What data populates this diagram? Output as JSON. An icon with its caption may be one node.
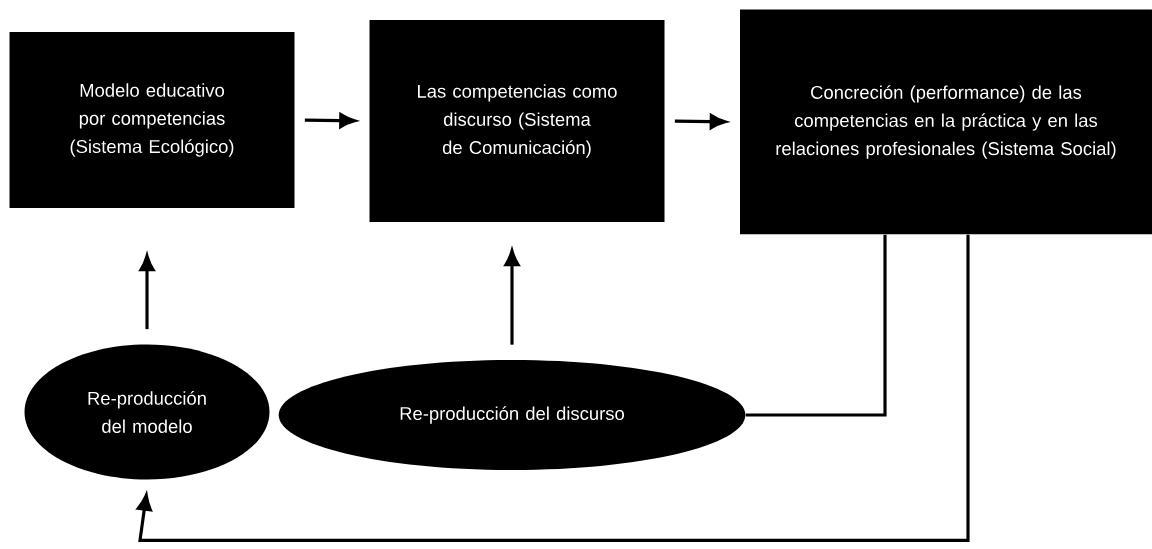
{
  "diagram": {
    "nodes": [
      {
        "text": [
          "Modelo educativo por competencias (Sistema Ecológico)"
        ]
      },
      {
        "text": [
          "Las competencias como discurso (Sistema de Comunicación)"
        ]
      },
      {
        "text": [
          "Concreción (performance) de las competencias en la práctica y en las relaciones profesionales (Sistema Social)"
        ]
      },
      {
        "text": [
          "Re-producción del modelo"
        ]
      },
      {
        "text": [
          "Re-producción del discurso"
        ]
      }
    ],
    "edges": [
      {
        "from": 0,
        "to": 1,
        "arrow": "to"
      },
      {
        "from": 1,
        "to": 2,
        "arrow": "to"
      },
      {
        "from": 3,
        "to": 0,
        "arrow": "to"
      },
      {
        "from": 4,
        "to": 1,
        "arrow": "to"
      },
      {
        "from": 2,
        "to": 4,
        "arrow": "none"
      },
      {
        "from": 2,
        "to": 3,
        "arrow": "to"
      }
    ]
  }
}
